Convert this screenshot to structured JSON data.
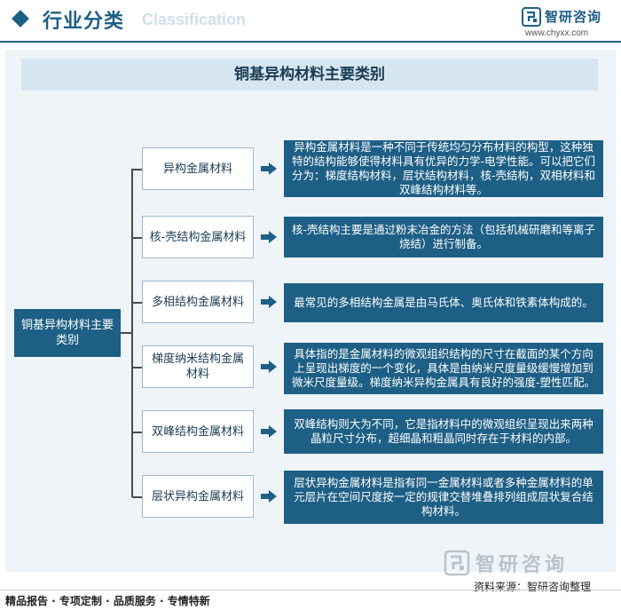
{
  "header": {
    "section_title": "行业分类",
    "section_title_en": "Classification",
    "brand_name": "智研咨询",
    "brand_url": "www.chyxx.com"
  },
  "diagram": {
    "title": "铜基异构材料主要类别",
    "root": "铜基异构材料主要类别",
    "branches": [
      {
        "label": "异构金属材料",
        "desc": "异构金属材料是一种不同于传统均匀分布材料的构型，这种独特的结构能够使得材料具有优异的力学-电学性能。可以把它们分为：梯度结构材料，层状结构材料，核-壳结构，双相材料和双峰结构材料等。"
      },
      {
        "label": "核-壳结构金属材料",
        "desc": "核-壳结构主要是通过粉末冶金的方法（包括机械研磨和等离子烧结）进行制备。"
      },
      {
        "label": "多相结构金属材料",
        "desc": "最常见的多相结构金属是由马氏体、奥氏体和铁素体构成的。"
      },
      {
        "label": "梯度纳米结构金属材料",
        "desc": "具体指的是金属材料的微观组织结构的尺寸在截面的某个方向上呈现出梯度的一个变化，具体是由纳米尺度量级缓慢增加到微米尺度量级。梯度纳米异构金属具有良好的强度-塑性匹配。"
      },
      {
        "label": "双峰结构金属材料",
        "desc": "双峰结构则大为不同，它是指材料中的微观组织呈现出来两种晶粒尺寸分布，超细晶和粗晶同时存在于材料的内部。"
      },
      {
        "label": "层状异构金属材料",
        "desc": "层状异构金属材料是指有同一金属材料或者多种金属材料的单元层片在空间尺度按一定的规律交替堆叠排列组成层状复合结构材料。"
      }
    ]
  },
  "footer": {
    "logo_text": "智研咨询",
    "source": "资料来源：智研咨询整理",
    "tags": "精品报告 · 专项定制 · 品质服务 · 专情特新"
  },
  "colors": {
    "primary": "#1e5f86",
    "panel_bg": "#eef4f8",
    "title_bar_bg": "#d6e6f0"
  }
}
